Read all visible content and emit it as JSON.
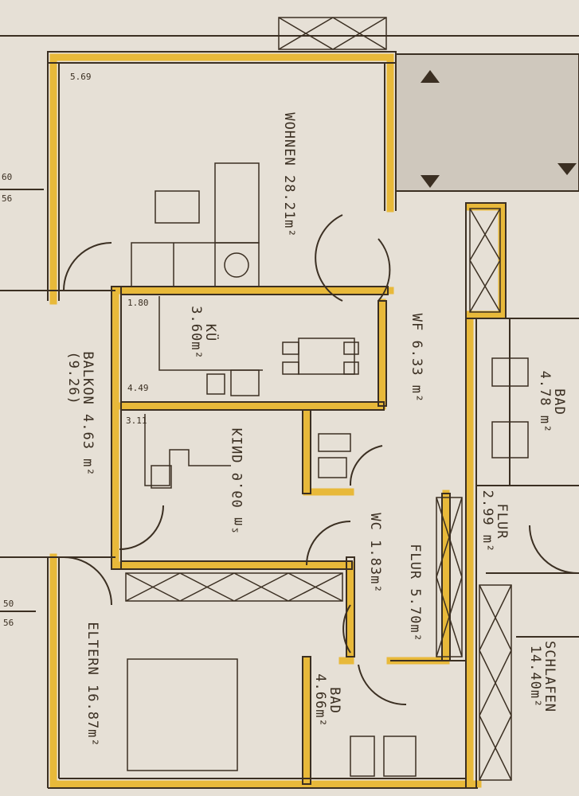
{
  "plan": {
    "rooms": [
      {
        "name": "WOHNEN",
        "area": "28.21m²"
      },
      {
        "name": "KÜ",
        "area": "3.60m²"
      },
      {
        "name": "WF",
        "area": "6.33 m²"
      },
      {
        "name": "BALKON",
        "area": "4.63 m²",
        "note": "(9.26)"
      },
      {
        "name": "KIND",
        "area": "9.60 m²"
      },
      {
        "name": "WC",
        "area": "1.83m²"
      },
      {
        "name": "FLUR",
        "area": "5.70m²"
      },
      {
        "name": "BAD",
        "area": "4.66m²"
      },
      {
        "name": "ELTERN",
        "area": "16.87m²"
      },
      {
        "name": "BAD",
        "area": "4.78 m²"
      },
      {
        "name": "FLUR",
        "area": "2.99 m²"
      },
      {
        "name": "SCHLAFEN",
        "area": "14.40m²"
      }
    ],
    "dimensions": [
      "5.69",
      "1.80",
      "4.49",
      "3.11",
      "60",
      "56",
      "50",
      "56"
    ],
    "colors": {
      "paper": "#e6e0d6",
      "line": "#3b2f22",
      "highlight": "#e8b93a"
    }
  }
}
